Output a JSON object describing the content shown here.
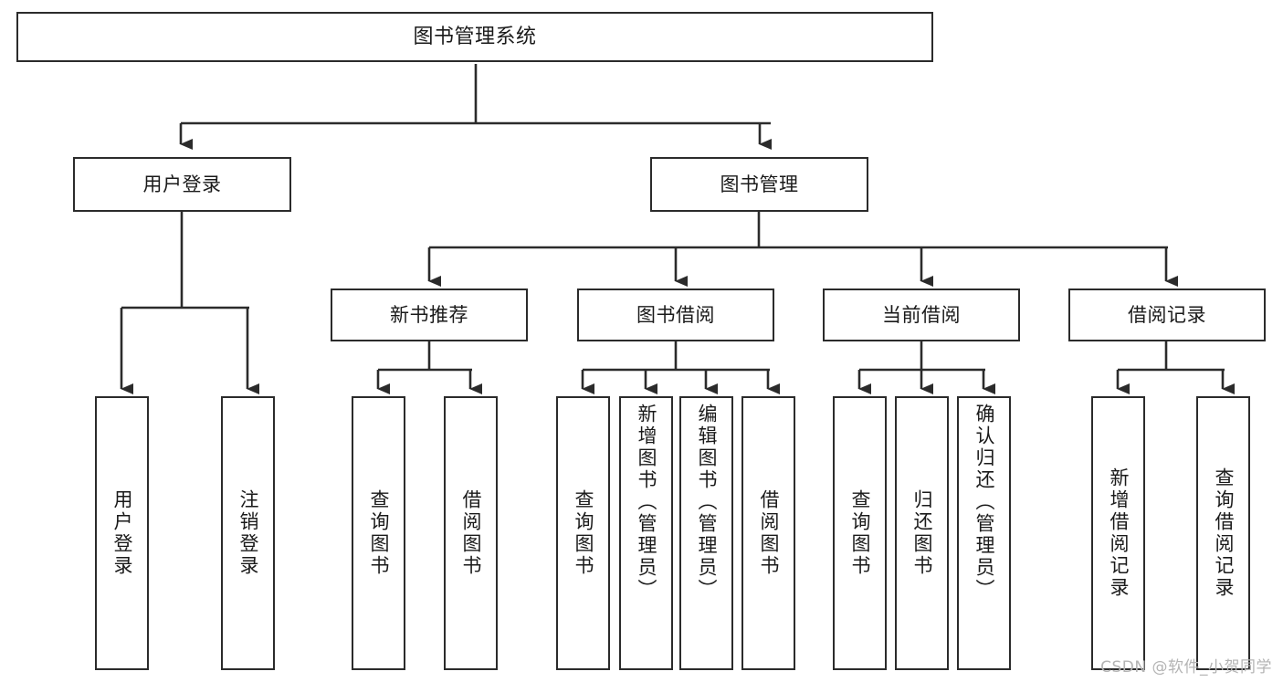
{
  "diagram": {
    "title": "图书管理系统",
    "type": "functional-structure-tree",
    "watermark": "CSDN @软件_小贺同学",
    "colors": {
      "border": "#2b2b2b",
      "background": "#ffffff",
      "text": "#1a1a1a",
      "connector": "#2b2b2b",
      "watermark": "#b4b4b4"
    }
  },
  "root": {
    "label": "图书管理系统"
  },
  "level2": [
    {
      "id": "user-login",
      "label": "用户登录"
    },
    {
      "id": "book-manage",
      "label": "图书管理"
    }
  ],
  "level3": [
    {
      "id": "new-book-rec",
      "label": "新书推荐",
      "parent": "book-manage"
    },
    {
      "id": "book-borrow",
      "label": "图书借阅",
      "parent": "book-manage"
    },
    {
      "id": "current-borrow",
      "label": "当前借阅",
      "parent": "book-manage"
    },
    {
      "id": "borrow-record",
      "label": "借阅记录",
      "parent": "book-manage"
    }
  ],
  "leaves": [
    {
      "id": "leaf-user-login",
      "label": "用户登录",
      "parent": "user-login"
    },
    {
      "id": "leaf-user-logout",
      "label": "注销登录",
      "parent": "user-login"
    },
    {
      "id": "leaf-rec-query",
      "label": "查询图书",
      "parent": "new-book-rec"
    },
    {
      "id": "leaf-rec-borrow",
      "label": "借阅图书",
      "parent": "new-book-rec"
    },
    {
      "id": "leaf-borrow-query",
      "label": "查询图书",
      "parent": "book-borrow"
    },
    {
      "id": "leaf-borrow-add",
      "label": "新增图书（管理员）",
      "parent": "book-borrow"
    },
    {
      "id": "leaf-borrow-edit",
      "label": "编辑图书（管理员）",
      "parent": "book-borrow"
    },
    {
      "id": "leaf-borrow-lend",
      "label": "借阅图书",
      "parent": "book-borrow"
    },
    {
      "id": "leaf-cur-query",
      "label": "查询图书",
      "parent": "current-borrow"
    },
    {
      "id": "leaf-cur-return",
      "label": "归还图书",
      "parent": "current-borrow"
    },
    {
      "id": "leaf-cur-confirm",
      "label": "确认归还（管理员）",
      "parent": "current-borrow"
    },
    {
      "id": "leaf-rec-add",
      "label": "新增借阅记录",
      "parent": "borrow-record"
    },
    {
      "id": "leaf-rec-search",
      "label": "查询借阅记录",
      "parent": "borrow-record"
    }
  ]
}
